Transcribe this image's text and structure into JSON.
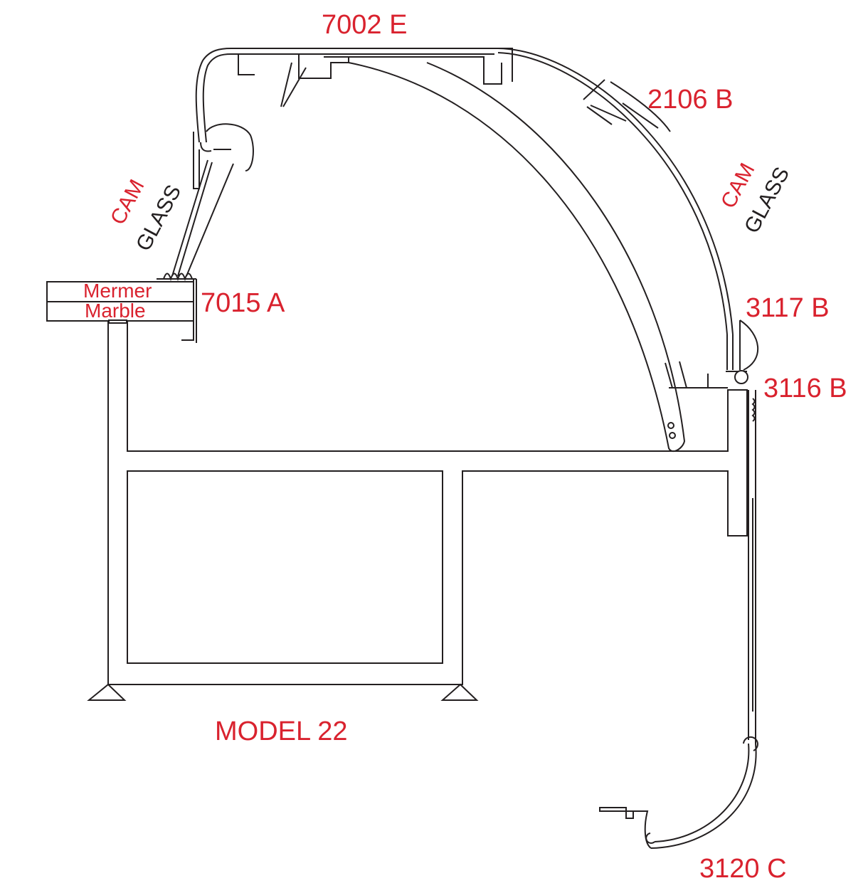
{
  "title": "MODEL 22",
  "colors": {
    "label": "#d9222e",
    "line": "#231f20"
  },
  "parts": {
    "top_profile": "7002 E",
    "glass_clip": "2106 B",
    "front_profile": "7015 A",
    "lower_clip_1": "3117 B",
    "lower_clip_2": "3116 B",
    "base_panel": "3120 C"
  },
  "glass_left": {
    "cam": "CAM",
    "glass": "GLASS"
  },
  "glass_right": {
    "cam": "CAM",
    "glass": "GLASS"
  },
  "slab": {
    "top": "Mermer",
    "bottom": "Marble"
  }
}
